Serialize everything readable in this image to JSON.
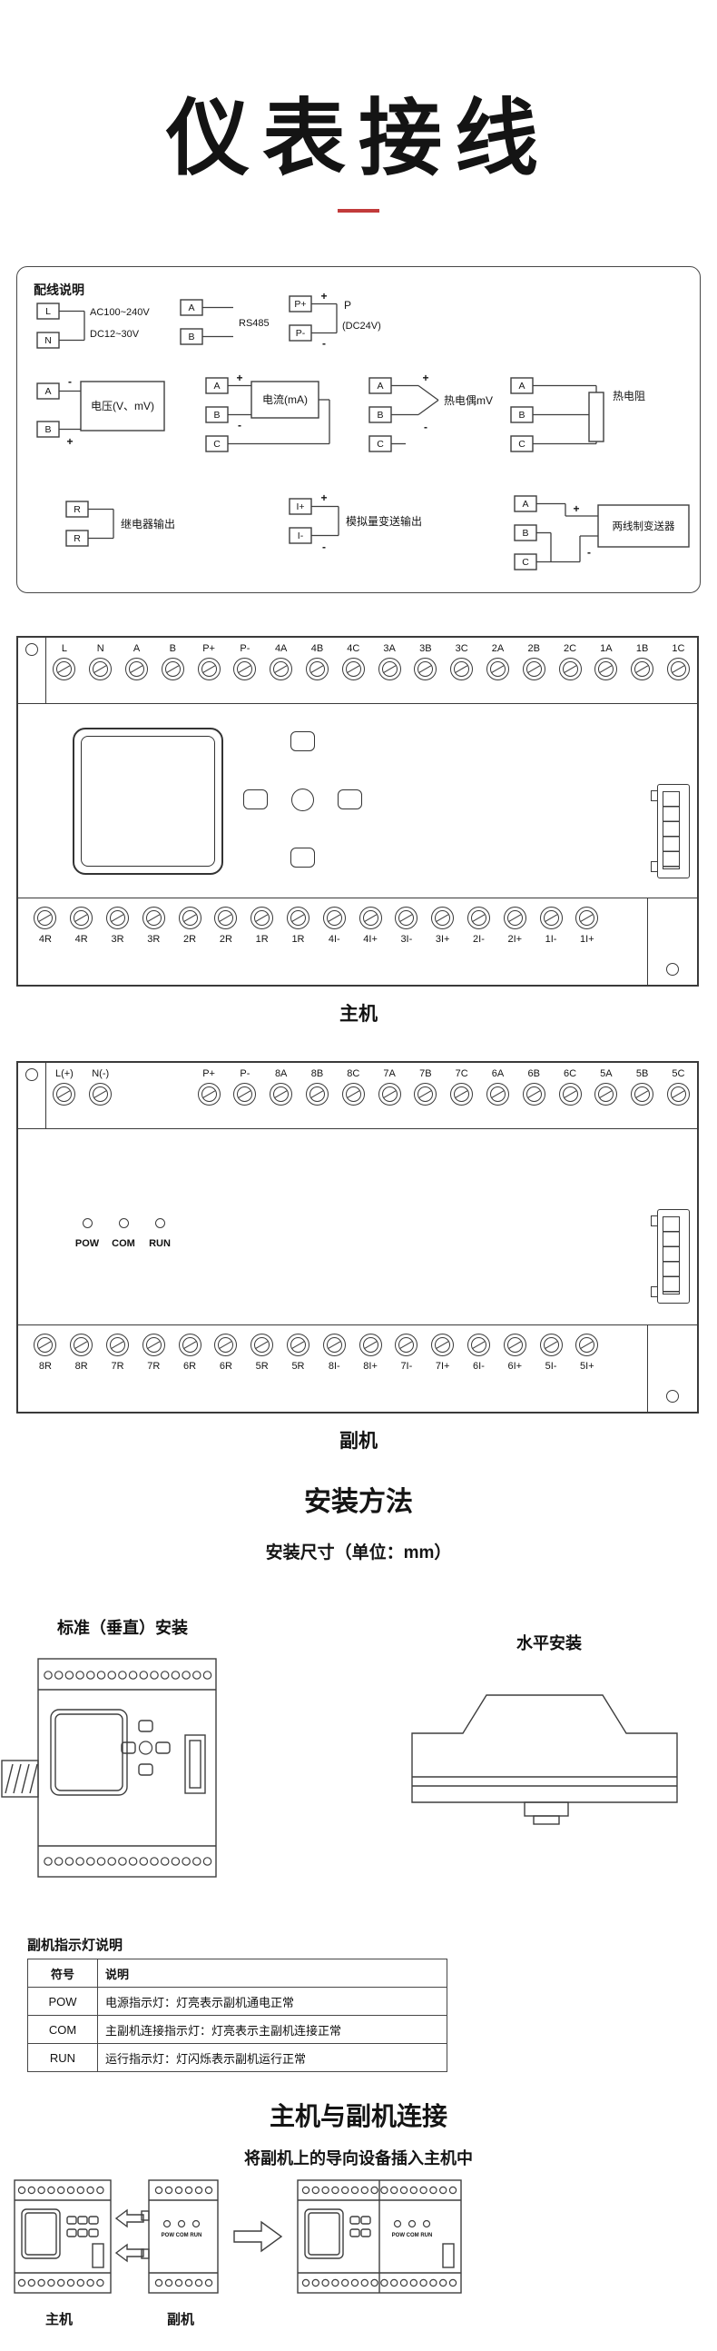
{
  "title": "仪表接线",
  "sym": {
    "plus": "+",
    "minus": "-",
    "A": "A",
    "B": "B",
    "C": "C",
    "L": "L",
    "N": "N",
    "R": "R",
    "Ip": "I+",
    "Im": "I-",
    "Pp": "P+",
    "Pm": "P-"
  },
  "config": {
    "section_title": "配线说明",
    "power_ac": "AC100~240V",
    "power_dc": "DC12~30V",
    "rs485": "RS485",
    "p_label": "P",
    "dc24": "(DC24V)",
    "voltage": "电压(V、mV)",
    "current": "电流(mA)",
    "thermocouple": "热电偶mV",
    "rtd": "热电阻",
    "relay": "继电器输出",
    "analog_out": "模拟量变送输出",
    "two_wire": "两线制变送器"
  },
  "main_unit": {
    "caption": "主机",
    "top_labels": [
      "L",
      "N",
      "A",
      "B",
      "P+",
      "P-",
      "4A",
      "4B",
      "4C",
      "3A",
      "3B",
      "3C",
      "2A",
      "2B",
      "2C",
      "1A",
      "1B",
      "1C"
    ],
    "bottom_labels": [
      "4R",
      "4R",
      "3R",
      "3R",
      "2R",
      "2R",
      "1R",
      "1R",
      "4I-",
      "4I+",
      "3I-",
      "3I+",
      "2I-",
      "2I+",
      "1I-",
      "1I+"
    ]
  },
  "sub_unit": {
    "caption": "副机",
    "top_labels": [
      "L(+)",
      "N(-)",
      null,
      null,
      "P+",
      "P-",
      "8A",
      "8B",
      "8C",
      "7A",
      "7B",
      "7C",
      "6A",
      "6B",
      "6C",
      "5A",
      "5B",
      "5C"
    ],
    "bottom_labels": [
      "8R",
      "8R",
      "7R",
      "7R",
      "6R",
      "6R",
      "5R",
      "5R",
      "8I-",
      "8I+",
      "7I-",
      "7I+",
      "6I-",
      "6I+",
      "5I-",
      "5I+"
    ],
    "leds": [
      "POW",
      "COM",
      "RUN"
    ],
    "led_line": "POW COM RUN"
  },
  "headings": {
    "install_method": "安装方法",
    "install_size": "安装尺寸（单位：mm）",
    "vertical_install": "标准（垂直）安装",
    "horizontal_install": "水平安装",
    "connection": "主机与副机连接",
    "connection_sub": "将副机上的导向设备插入主机中"
  },
  "led_table": {
    "title": "副机指示灯说明",
    "headers": [
      "符号",
      "说明"
    ],
    "rows": [
      [
        "POW",
        "电源指示灯：灯亮表示副机通电正常"
      ],
      [
        "COM",
        "主副机连接指示灯：灯亮表示主副机连接正常"
      ],
      [
        "RUN",
        "运行指示灯：灯闪烁表示副机运行正常"
      ]
    ]
  }
}
